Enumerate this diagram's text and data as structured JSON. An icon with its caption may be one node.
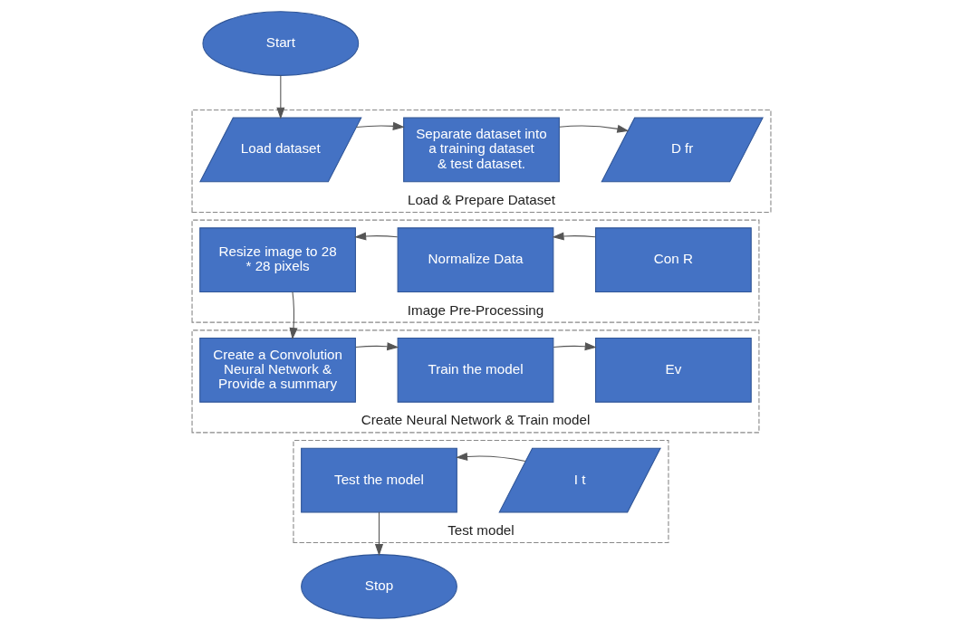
{
  "diagram": {
    "nodes": [
      {
        "text": [
          "Start"
        ]
      },
      {
        "text": [
          "Load & Prepare Dataset"
        ]
      },
      {
        "text": [
          "Load dataset"
        ],
        "in": 1
      },
      {
        "text": [
          "Separate dataset into a training dataset & test dataset."
        ],
        "in": 1
      },
      {
        "text": [
          "D fr"
        ],
        "in": 1
      },
      {
        "text": [
          "Image Pre-Processing"
        ]
      },
      {
        "text": [
          "Resize image to 28 * 28 pixels"
        ],
        "in": 5
      },
      {
        "text": [
          "Normalize Data"
        ],
        "in": 5
      },
      {
        "text": [
          "Con R"
        ],
        "in": 5
      },
      {
        "text": [
          "Create Neural Network & Train model"
        ]
      },
      {
        "text": [
          "Create a Convolution Neural Network & Provide a summary"
        ],
        "in": 9
      },
      {
        "text": [
          "Train the model"
        ],
        "in": 9
      },
      {
        "text": [
          "Ev"
        ],
        "in": 9
      },
      {
        "text": [
          "Test model"
        ]
      },
      {
        "text": [
          "Test the model"
        ],
        "in": 13
      },
      {
        "text": [
          "I t"
        ],
        "in": 13
      },
      {
        "text": [
          "Stop"
        ]
      }
    ],
    "edges": [
      {
        "from": 0,
        "to": 2,
        "arrow": "to"
      },
      {
        "from": 2,
        "to": 3,
        "arrow": "to"
      },
      {
        "from": 3,
        "to": 4,
        "arrow": "to"
      },
      {
        "from": 8,
        "to": 7,
        "arrow": "to"
      },
      {
        "from": 7,
        "to": 6,
        "arrow": "to"
      },
      {
        "from": 6,
        "to": 10,
        "arrow": "to"
      },
      {
        "from": 10,
        "to": 11,
        "arrow": "to"
      },
      {
        "from": 11,
        "to": 12,
        "arrow": "to"
      },
      {
        "from": 15,
        "to": 14,
        "arrow": "to"
      },
      {
        "from": 14,
        "to": 16,
        "arrow": "to"
      }
    ]
  }
}
